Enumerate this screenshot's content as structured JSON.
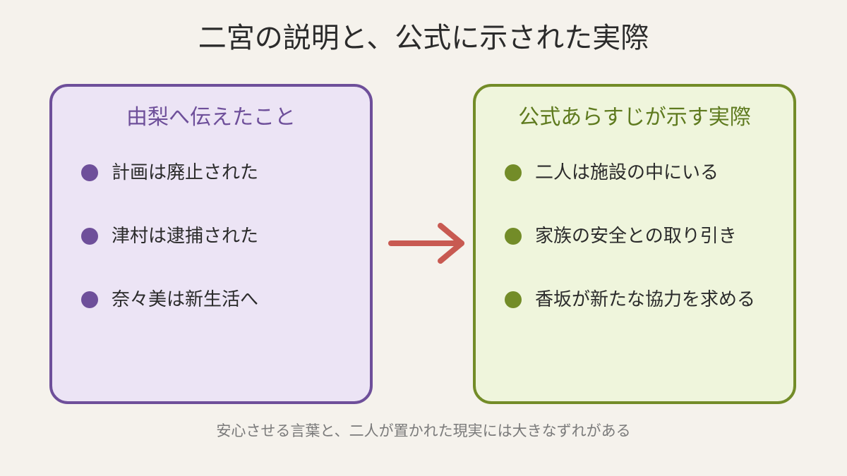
{
  "title": "二宮の説明と、公式に示された実際",
  "left_panel": {
    "heading": "由梨へ伝えたこと",
    "items": [
      "計画は廃止された",
      "津村は逮捕された",
      "奈々美は新生活へ"
    ]
  },
  "right_panel": {
    "heading": "公式あらすじが示す実際",
    "items": [
      "二人は施設の中にいる",
      "家族の安全との取り引き",
      "香坂が新たな協力を求める"
    ]
  },
  "caption": "安心させる言葉と、二人が置かれた現実には大きなずれがある",
  "colors": {
    "background": "#f5f2ec",
    "left_accent": "#6e4f9a",
    "left_fill": "#ece4f5",
    "right_accent": "#738c28",
    "right_fill": "#eff5dc",
    "arrow": "#c85a52"
  },
  "icons": {
    "connector": "right-arrow-icon",
    "bullet": "circle-bullet-icon"
  }
}
